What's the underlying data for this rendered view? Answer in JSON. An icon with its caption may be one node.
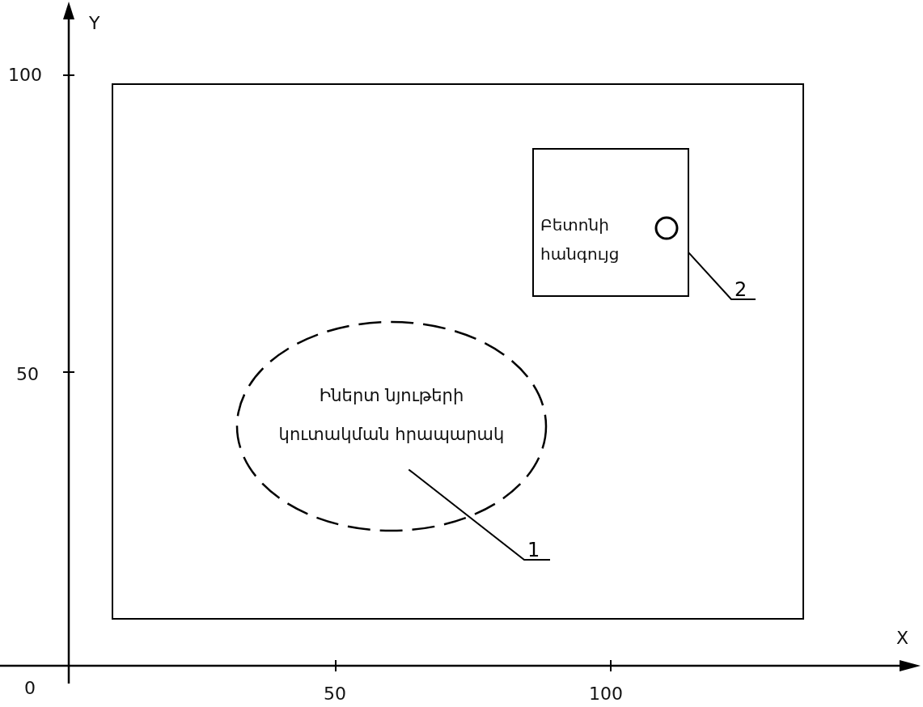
{
  "diagram": {
    "nodes": [
      {
        "text": [],
        "shape": "box"
      },
      {
        "text": [
          "Իներտ նյութերի կուտակման հրապարակ"
        ],
        "in": 0
      },
      {
        "text": [
          "Բետոնի հանգույց"
        ],
        "in": 0
      },
      {
        "text": [],
        "shape": "circle",
        "in": 2
      },
      {
        "text": [
          "1"
        ],
        "in": 0
      },
      {
        "text": [
          "2"
        ],
        "in": 0
      }
    ],
    "edges": [
      {
        "from": 4,
        "to": 1,
        "arrow": "none"
      },
      {
        "from": 5,
        "to": 3,
        "arrow": "none"
      }
    ],
    "labels": [
      "Y",
      "100",
      "50",
      "X",
      "0",
      "50",
      "100"
    ]
  }
}
